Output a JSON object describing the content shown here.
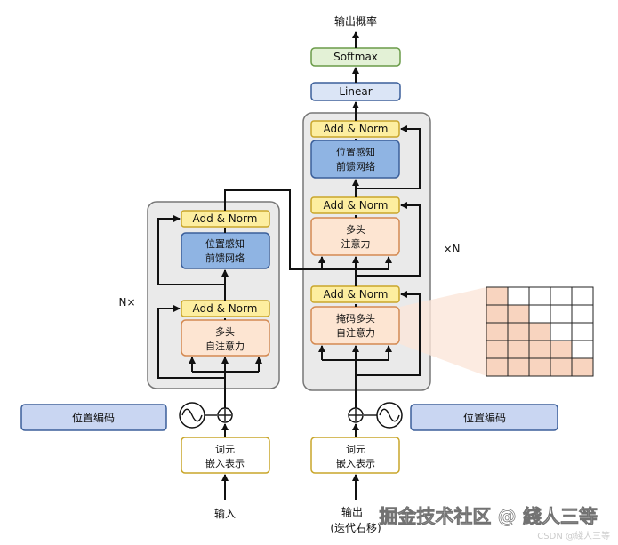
{
  "output_probability": "输出概率",
  "softmax": "Softmax",
  "linear": "Linear",
  "add_norm": "Add & Norm",
  "ffn_line1": "位置感知",
  "ffn_line2": "前馈网络",
  "mha_line1": "多头",
  "mha_line2": "注意力",
  "self_attn_line1": "多头",
  "self_attn_line2": "自注意力",
  "masked_line1": "掩码多头",
  "masked_line2": "自注意力",
  "encoder_repeat": "N×",
  "decoder_repeat": "×N",
  "positional_encoding": "位置编码",
  "embedding_line1": "词元",
  "embedding_line2": "嵌入表示",
  "input_label": "输入",
  "output_label_line1": "输出",
  "output_label_line2": "(迭代右移)",
  "watermark_main": "掘金技术社区 @ 綫人三等",
  "watermark_small": "CSDN @綫人三等",
  "colors": {
    "yellow": "#fdeea0",
    "yellow_border": "#c9a62a",
    "blue": "#8fb4e3",
    "blue_border": "#3b5f9a",
    "orange": "#fde5d2",
    "orange_border": "#d48a52",
    "green": "#e3f1d6",
    "green_border": "#6a9b48",
    "light_blue": "#dbe5f6",
    "pos_enc": "#c9d6f2",
    "panel": "#eaeaea",
    "mask": "#f8d4bf"
  }
}
